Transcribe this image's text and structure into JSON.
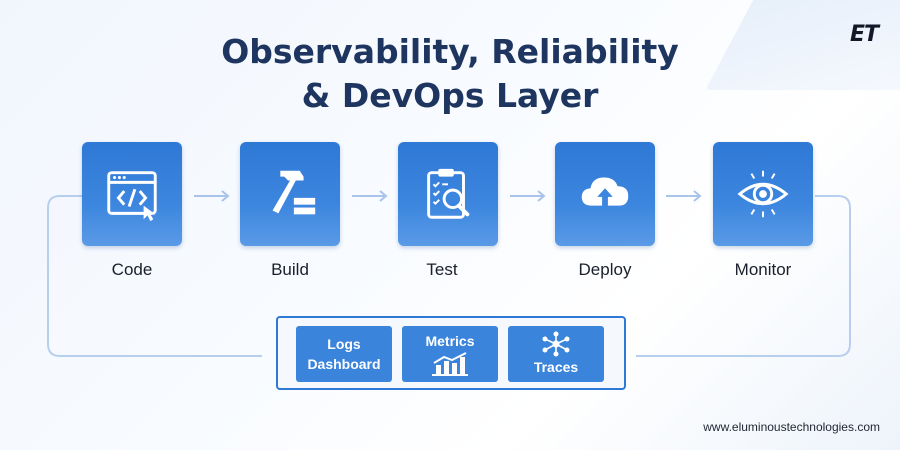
{
  "brand": {
    "logo_text": "ET"
  },
  "title": {
    "line1": "Observability, Reliability",
    "line2": "& DevOps Layer"
  },
  "steps": [
    {
      "label": "Code",
      "icon": "code-window-icon"
    },
    {
      "label": "Build",
      "icon": "hammer-icon"
    },
    {
      "label": "Test",
      "icon": "clipboard-search-icon"
    },
    {
      "label": "Deploy",
      "icon": "cloud-upload-icon"
    },
    {
      "label": "Monitor",
      "icon": "eye-icon"
    }
  ],
  "observability": {
    "tiles": [
      {
        "line1": "Logs",
        "line2": "Dashboard"
      },
      {
        "label": "Metrics",
        "icon": "bar-chart-icon"
      },
      {
        "label": "Traces",
        "icon": "network-nodes-icon"
      }
    ]
  },
  "footer": {
    "website": "www.eluminoustechnologies.com"
  },
  "colors": {
    "accent": "#2f79d6",
    "title": "#1e3560",
    "connector": "#b7cfee"
  }
}
